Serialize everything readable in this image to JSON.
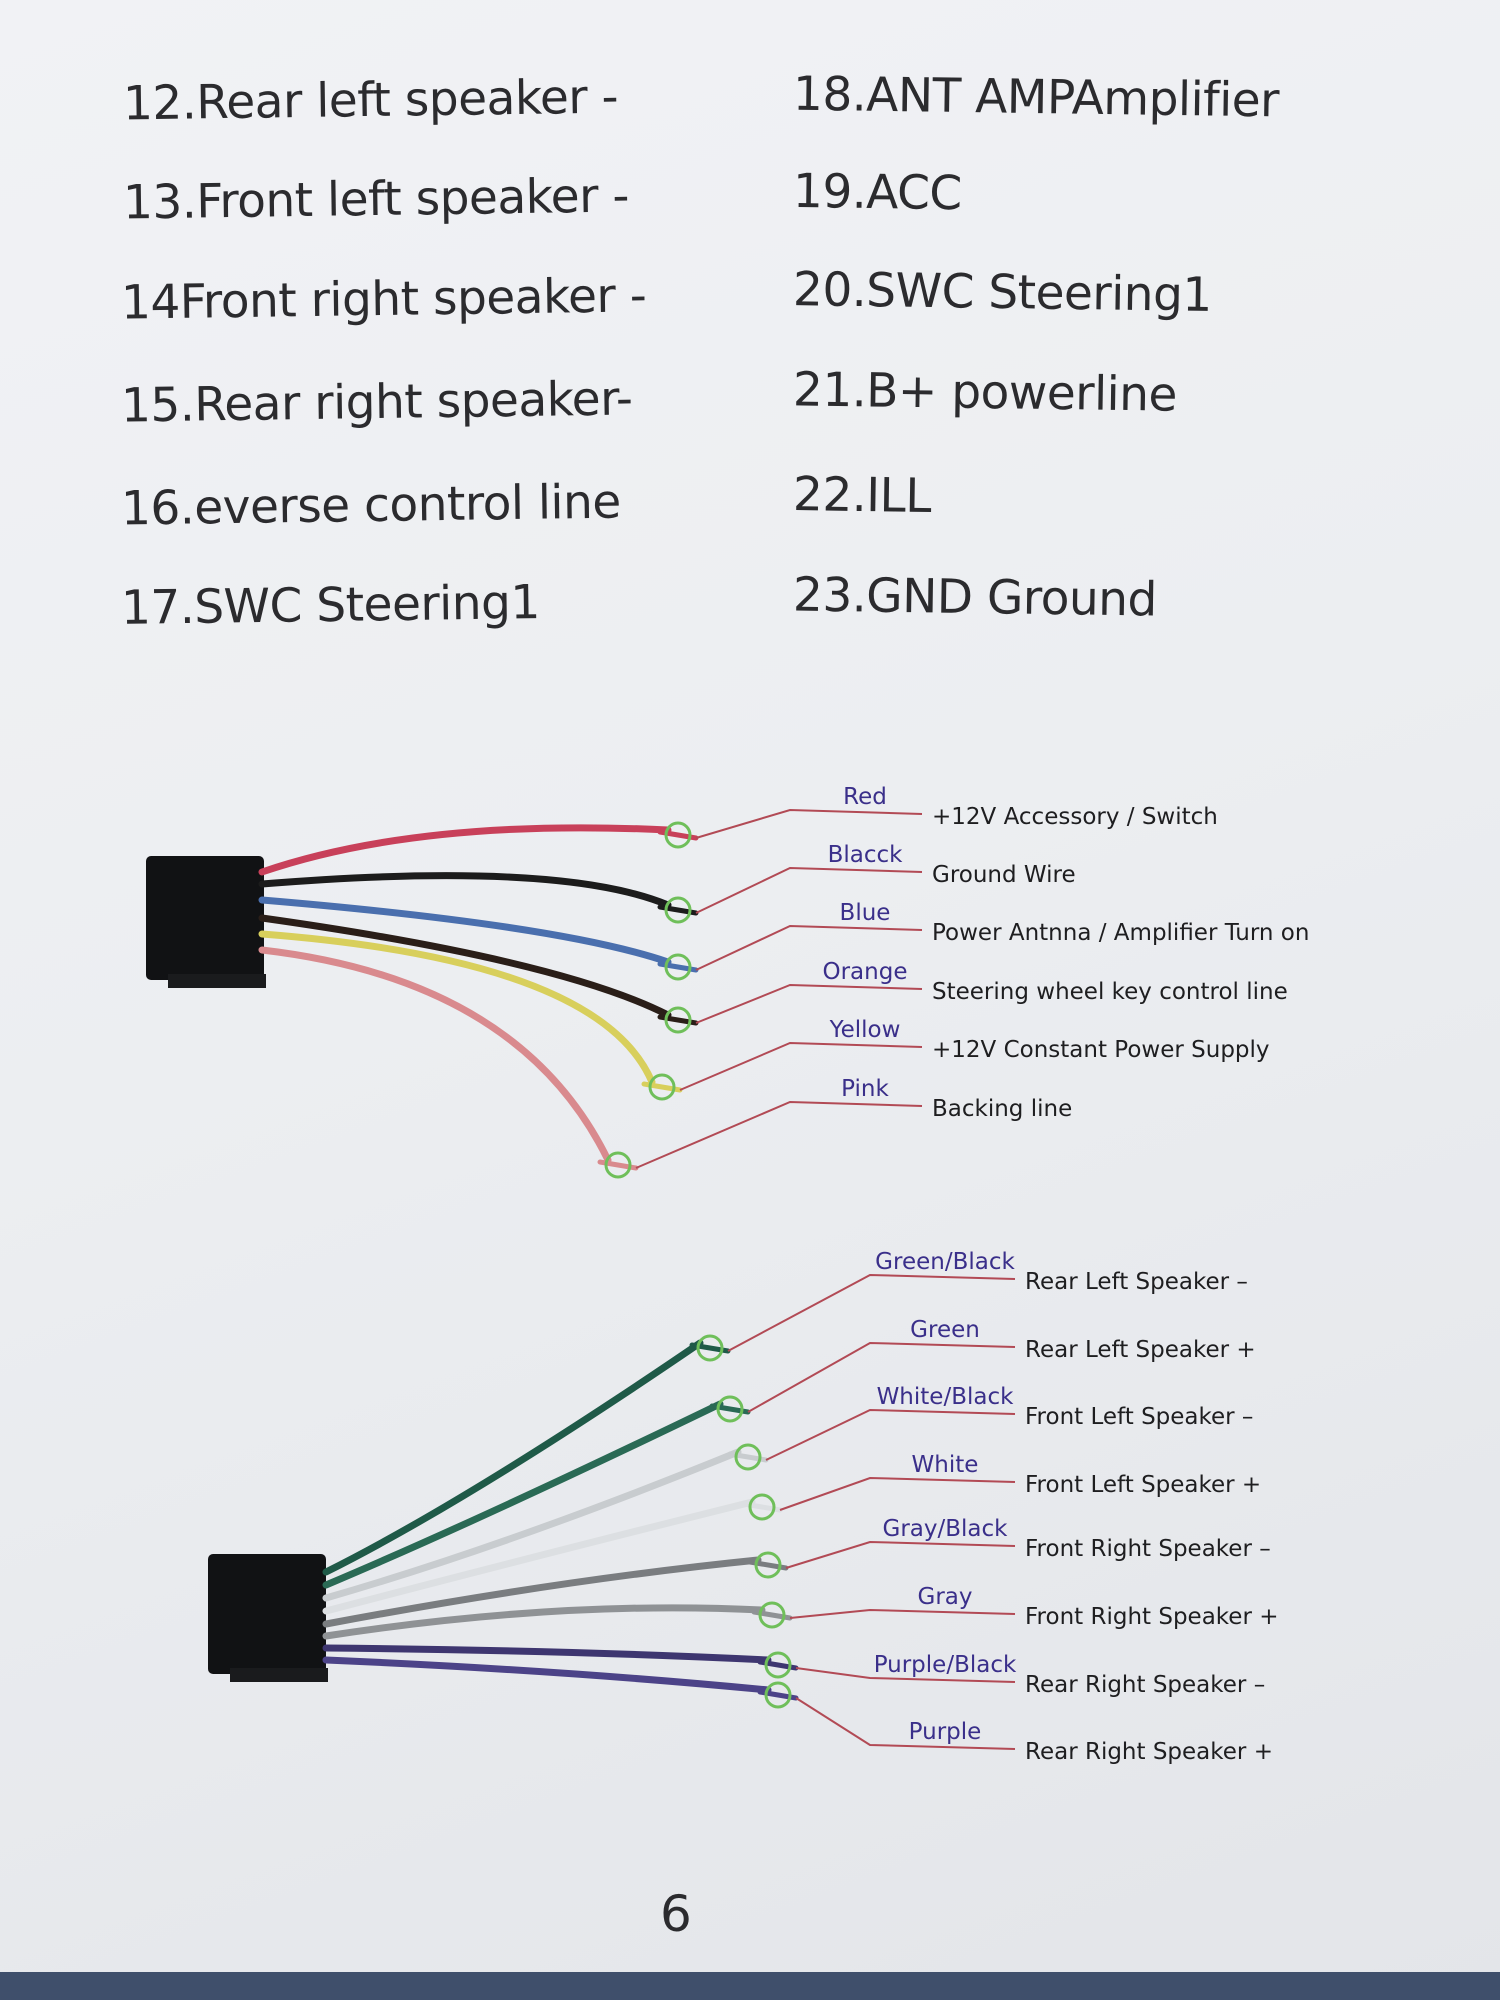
{
  "pin_list": {
    "left": [
      "12.Rear left speaker -",
      "13.Front left speaker -",
      "14Front right speaker -",
      "15.Rear right speaker-",
      "16.everse control line",
      "17.SWC Steering1"
    ],
    "right": [
      "18.ANT AMPAmplifier",
      "19.ACC",
      "20.SWC Steering1",
      "21.B+ powerline",
      "22.ILL",
      "23.GND Ground"
    ]
  },
  "power_harness": {
    "wires": [
      {
        "color_label": "Red",
        "function": "+12V Accessory / Switch",
        "wire_color": "#c8405a"
      },
      {
        "color_label": "Blacck",
        "function": "Ground Wire",
        "wire_color": "#1c1c1c"
      },
      {
        "color_label": "Blue",
        "function": "Power Antnna / Amplifier Turn on",
        "wire_color": "#4a6fae"
      },
      {
        "color_label": "Orange",
        "function": "Steering wheel key control line",
        "wire_color": "#2a1e18"
      },
      {
        "color_label": "Yellow",
        "function": "+12V Constant Power Supply",
        "wire_color": "#d8cf5c"
      },
      {
        "color_label": "Pink",
        "function": "Backing line",
        "wire_color": "#d98a8e"
      }
    ]
  },
  "speaker_harness": {
    "wires": [
      {
        "color_label": "Green/Black",
        "function": "Rear Left Speaker –",
        "wire_color": "#1f5a48"
      },
      {
        "color_label": "Green",
        "function": "Rear Left Speaker +",
        "wire_color": "#2a6a55"
      },
      {
        "color_label": "White/Black",
        "function": "Front Left Speaker –",
        "wire_color": "#c8cccf"
      },
      {
        "color_label": "White",
        "function": "Front Left Speaker +",
        "wire_color": "#dcdfe2"
      },
      {
        "color_label": "Gray/Black",
        "function": "Front Right Speaker –",
        "wire_color": "#7a7d80"
      },
      {
        "color_label": "Gray",
        "function": "Front Right Speaker +",
        "wire_color": "#8f9295"
      },
      {
        "color_label": "Purple/Black",
        "function": "Rear Right Speaker –",
        "wire_color": "#3e3670"
      },
      {
        "color_label": "Purple",
        "function": "Rear Right Speaker +",
        "wire_color": "#4c4388"
      }
    ]
  },
  "page_number": "6",
  "colors": {
    "leader_line": "#b24a55",
    "connector_ring": "#6fbf5a",
    "color_label_text": "#3a2f8a"
  }
}
